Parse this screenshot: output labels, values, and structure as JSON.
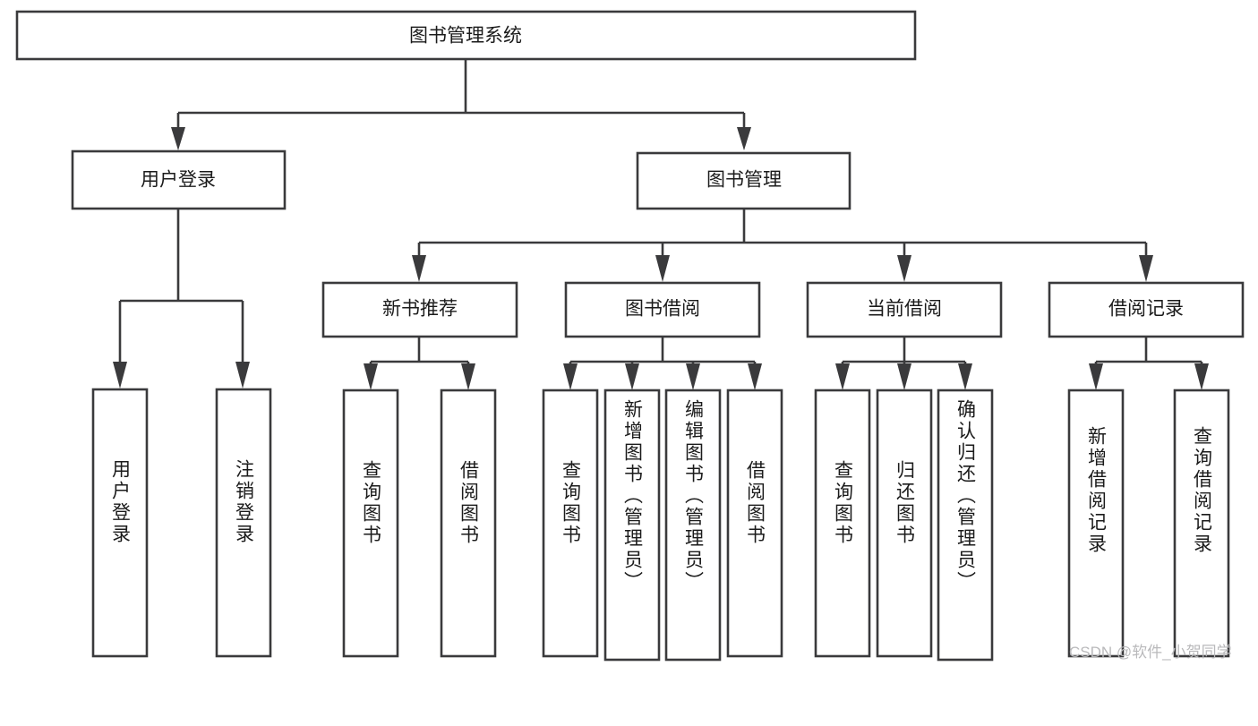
{
  "diagram": {
    "type": "tree-hierarchy",
    "title": "图书管理系统",
    "watermark": "CSDN @软件_小贺同学",
    "colors": {
      "box_stroke": "#3a3a3c",
      "box_fill": "#ffffff",
      "edge": "#3a3a3c",
      "text": "#1b1b1b",
      "background": "#ffffff",
      "watermark_text": "#b9b9bb"
    },
    "root": {
      "label": "图书管理系统",
      "orientation": "horizontal"
    },
    "level2": [
      {
        "id": "user-login",
        "label": "用户登录",
        "orientation": "horizontal"
      },
      {
        "id": "book-manage",
        "label": "图书管理",
        "orientation": "horizontal"
      }
    ],
    "level3": [
      {
        "id": "new-book-rec",
        "label": "新书推荐",
        "orientation": "horizontal",
        "parent": "book-manage"
      },
      {
        "id": "book-borrow",
        "label": "图书借阅",
        "orientation": "horizontal",
        "parent": "book-manage"
      },
      {
        "id": "current-borrow",
        "label": "当前借阅",
        "orientation": "horizontal",
        "parent": "book-manage"
      },
      {
        "id": "borrow-record",
        "label": "借阅记录",
        "orientation": "horizontal",
        "parent": "book-manage"
      }
    ],
    "leaves": {
      "user-login": [
        {
          "id": "leaf-user-login",
          "label": "用户登录",
          "orientation": "vertical"
        },
        {
          "id": "leaf-user-logout",
          "label": "注销登录",
          "orientation": "vertical"
        }
      ],
      "new-book-rec": [
        {
          "id": "leaf-query-book-1",
          "label": "查询图书",
          "orientation": "vertical"
        },
        {
          "id": "leaf-borrow-book-1",
          "label": "借阅图书",
          "orientation": "vertical"
        }
      ],
      "book-borrow": [
        {
          "id": "leaf-query-book-2",
          "label": "查询图书",
          "orientation": "vertical"
        },
        {
          "id": "leaf-add-book",
          "label": "新增图书（管理员）",
          "orientation": "vertical"
        },
        {
          "id": "leaf-edit-book",
          "label": "编辑图书（管理员）",
          "orientation": "vertical"
        },
        {
          "id": "leaf-borrow-book-2",
          "label": "借阅图书",
          "orientation": "vertical"
        }
      ],
      "current-borrow": [
        {
          "id": "leaf-query-book-3",
          "label": "查询图书",
          "orientation": "vertical"
        },
        {
          "id": "leaf-return-book",
          "label": "归还图书",
          "orientation": "vertical"
        },
        {
          "id": "leaf-confirm-return",
          "label": "确认归还（管理员）",
          "orientation": "vertical"
        }
      ],
      "borrow-record": [
        {
          "id": "leaf-add-record",
          "label": "新增借阅记录",
          "orientation": "vertical"
        },
        {
          "id": "leaf-query-record",
          "label": "查询借阅记录",
          "orientation": "vertical"
        }
      ]
    }
  }
}
